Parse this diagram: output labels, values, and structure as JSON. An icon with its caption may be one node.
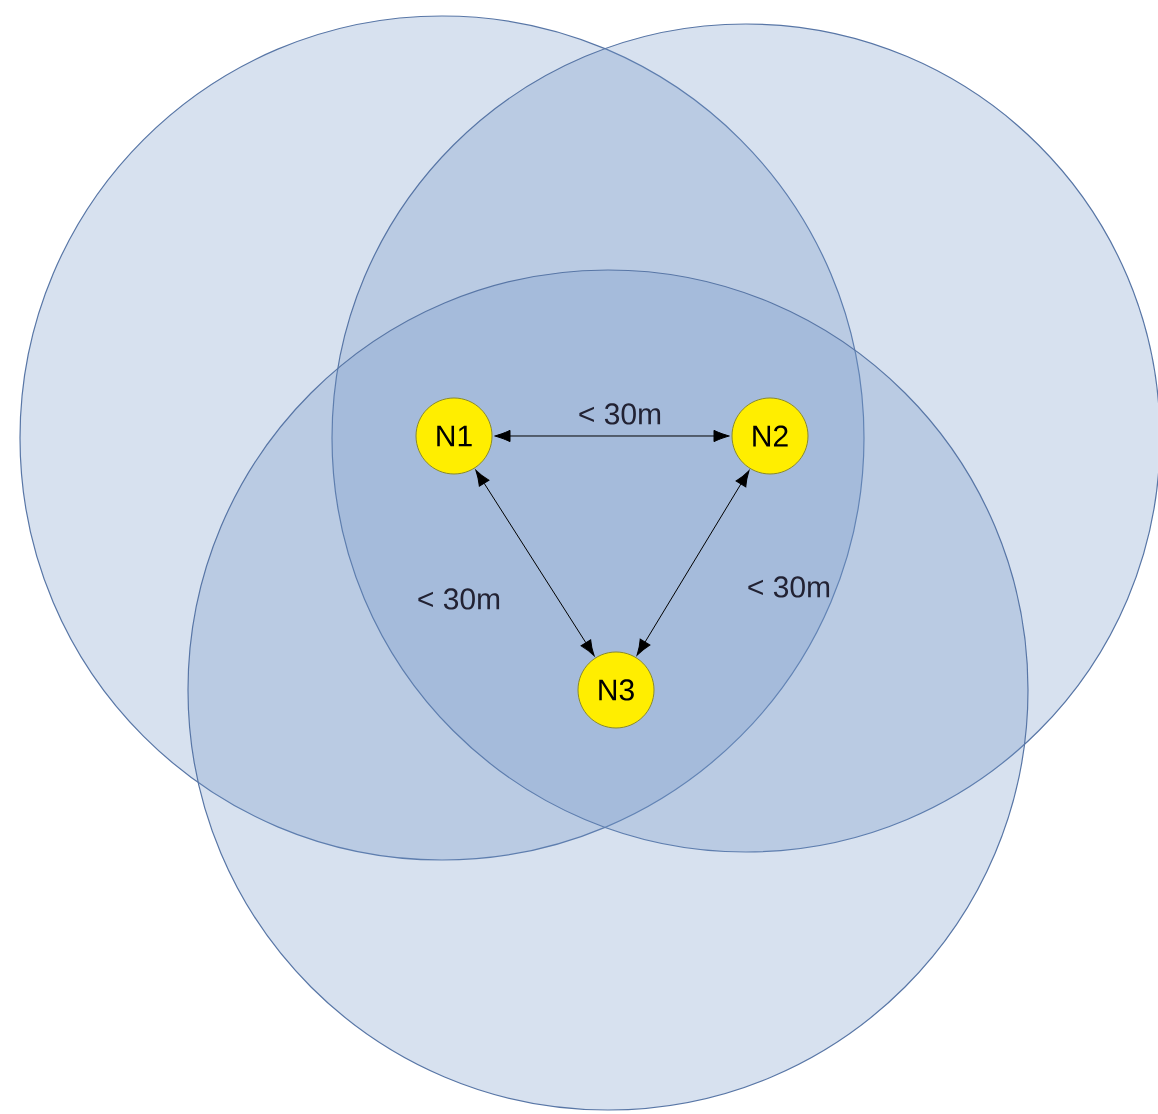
{
  "diagram": {
    "nodes": [
      {
        "text": [
          "N1"
        ]
      },
      {
        "text": [
          "N2"
        ]
      },
      {
        "text": [
          "N3"
        ]
      }
    ],
    "edges": [
      {
        "from": 0,
        "to": 1,
        "arrow": "both",
        "label": "< 30m"
      },
      {
        "from": 0,
        "to": 2,
        "arrow": "both",
        "label": "< 30m"
      },
      {
        "from": 1,
        "to": 2,
        "arrow": "both",
        "label": "< 30m"
      }
    ]
  }
}
